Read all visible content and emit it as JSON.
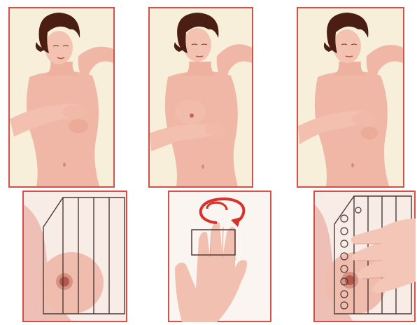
{
  "figure": {
    "panels": [
      {
        "id": "top-left",
        "depicts": "woman-arm-raised-palpating-left"
      },
      {
        "id": "top-middle",
        "depicts": "woman-arm-raised-palpating-center"
      },
      {
        "id": "top-right",
        "depicts": "woman-arm-raised-palpating-right"
      },
      {
        "id": "bottom-left",
        "depicts": "vertical-strip-pattern"
      },
      {
        "id": "bottom-middle",
        "depicts": "circular-finger-motion"
      },
      {
        "id": "bottom-right",
        "depicts": "strip-pattern-with-circles"
      }
    ],
    "colors": {
      "frame": "#d4504a",
      "background": "#f7efd9",
      "skin": "#f0b7a6",
      "skin_shadow": "#e59a88",
      "hair": "#4a1e12",
      "lines": "#4d3a38",
      "arrow": "#d6322a"
    }
  }
}
